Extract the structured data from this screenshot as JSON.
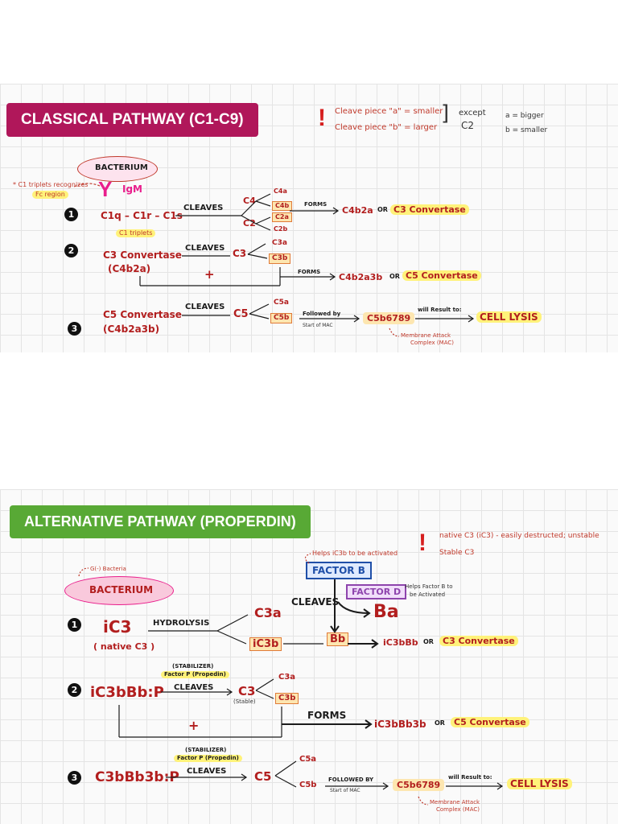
{
  "classical": {
    "title": "CLASSICAL PATHWAY (C1-C9)",
    "colors": {
      "title_bg": "#b0175a",
      "accent_red": "#b21e1e",
      "highlight": "#fff27a",
      "box_fill": "#fde6b0"
    },
    "cleave_note_a": "Cleave piece \"a\" = smaller",
    "cleave_note_b": "Cleave piece \"b\" = larger",
    "except_label": "except",
    "except_c2": "C2",
    "except_a": "a = bigger",
    "except_b": "b = smaller",
    "bacterium": "BACTERIUM",
    "igm": "IgM",
    "triplet_note_1": "* C1 triplets recognizes",
    "triplet_note_2": "Fc region",
    "step1": {
      "num": "1",
      "c1_chain": "C1q – C1r – C1s",
      "c1_triplets": "C1 triplets",
      "cleaves": "CLEAVES",
      "c4": "C4",
      "c4a": "C4a",
      "c4b": "C4b",
      "c2": "C2",
      "c2a": "C2a",
      "c2b": "C2b",
      "forms": "FORMS",
      "product": "C4b2a",
      "or": "OR",
      "product_name": "C3 Convertase"
    },
    "step2": {
      "num": "2",
      "subject": "C3 Convertase",
      "subject_paren": "(C4b2a)",
      "cleaves": "CLEAVES",
      "c3": "C3",
      "c3a": "C3a",
      "c3b": "C3b",
      "plus": "+",
      "forms": "FORMS",
      "product": "C4b2a3b",
      "or": "OR",
      "product_name": "C5 Convertase"
    },
    "step3": {
      "num": "3",
      "subject": "C5 Convertase",
      "subject_paren": "(C4b2a3b)",
      "cleaves": "CLEAVES",
      "c5": "C5",
      "c5a": "C5a",
      "c5b": "C5b",
      "followed_by": "Followed by",
      "start_mac": "Start of MAC",
      "complex": "C5b6789",
      "result": "will Result to:",
      "lysis": "CELL LYSIS",
      "mac_1": "Membrane Attack",
      "mac_2": "Complex (MAC)"
    }
  },
  "alternative": {
    "title": "ALTERNATIVE PATHWAY (PROPERDIN)",
    "colors": {
      "title_bg": "#58a935",
      "factor_b_border": "#1f4fa8",
      "factor_d_border": "#8e44ad",
      "bacterium_fill": "#f9c9dc"
    },
    "native_note": "native C3 (iC3) - easily destructed; unstable",
    "stable_note": "Stable C3",
    "gram_note": "G(-) Bacteria",
    "bacterium": "BACTERIUM",
    "helps_ic3b": "Helps iC3b to be activated",
    "factor_b": "FACTOR B",
    "factor_d": "FACTOR D",
    "helps_b_1": "Helps Factor B to",
    "helps_b_2": "be Activated",
    "cleaves_big": "CLEAVES",
    "ba": "Ba",
    "bb": "Bb",
    "step1": {
      "num": "1",
      "ic3": "iC3",
      "native": "( native C3 )",
      "hydrolysis": "HYDROLYSIS",
      "c3a": "C3a",
      "ic3b": "iC3b",
      "product": "iC3bBb",
      "or": "OR",
      "product_name": "C3 Convertase"
    },
    "step2": {
      "num": "2",
      "subject": "iC3bBb:P",
      "stabilizer": "(STABILIZER)",
      "factor_p": "Factor P (Propedin)",
      "cleaves": "CLEAVES",
      "c3": "C3",
      "stable": "(Stable)",
      "c3a": "C3a",
      "c3b": "C3b",
      "plus": "+",
      "forms": "FORMS",
      "product": "iC3bBb3b",
      "or": "OR",
      "product_name": "C5 Convertase"
    },
    "step3": {
      "num": "3",
      "subject": "C3bBb3b:P",
      "stabilizer": "(STABILIZER)",
      "factor_p": "Factor P (Propedin)",
      "cleaves": "CLEAVES",
      "c5": "C5",
      "c5a": "C5a",
      "c5b": "C5b",
      "followed_by": "FOLLOWED BY",
      "start_mac": "Start of MAC",
      "complex": "C5b6789",
      "result": "will Result to:",
      "lysis": "CELL LYSIS",
      "mac_1": "Membrane Attack",
      "mac_2": "Complex (MAC)"
    }
  }
}
